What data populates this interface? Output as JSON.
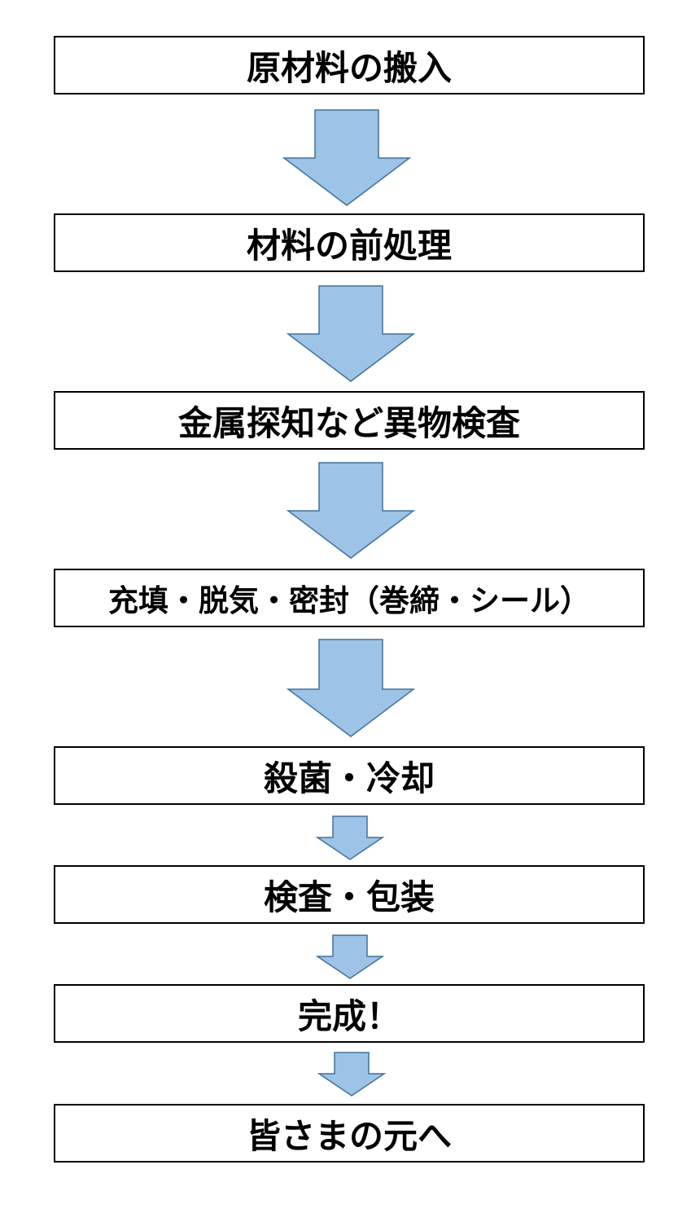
{
  "colors": {
    "arrow_fill": "#9DC3E6",
    "arrow_stroke": "#41719C",
    "box_border": "#000000",
    "text": "#000000"
  },
  "steps": [
    {
      "label": "原材料の搬入"
    },
    {
      "label": "材料の前処理"
    },
    {
      "label": "金属探知など異物検査"
    },
    {
      "label": "充填・脱気・密封（巻締・シール）"
    },
    {
      "label": "殺菌・冷却"
    },
    {
      "label": "検査・包装"
    },
    {
      "label": "完成！"
    },
    {
      "label": "皆さまの元へ"
    }
  ],
  "arrows": [
    {
      "icon": "down-arrow-icon"
    },
    {
      "icon": "down-arrow-icon"
    },
    {
      "icon": "down-arrow-icon"
    },
    {
      "icon": "down-arrow-icon"
    },
    {
      "icon": "down-arrow-icon"
    },
    {
      "icon": "down-arrow-icon"
    },
    {
      "icon": "down-arrow-icon"
    }
  ]
}
